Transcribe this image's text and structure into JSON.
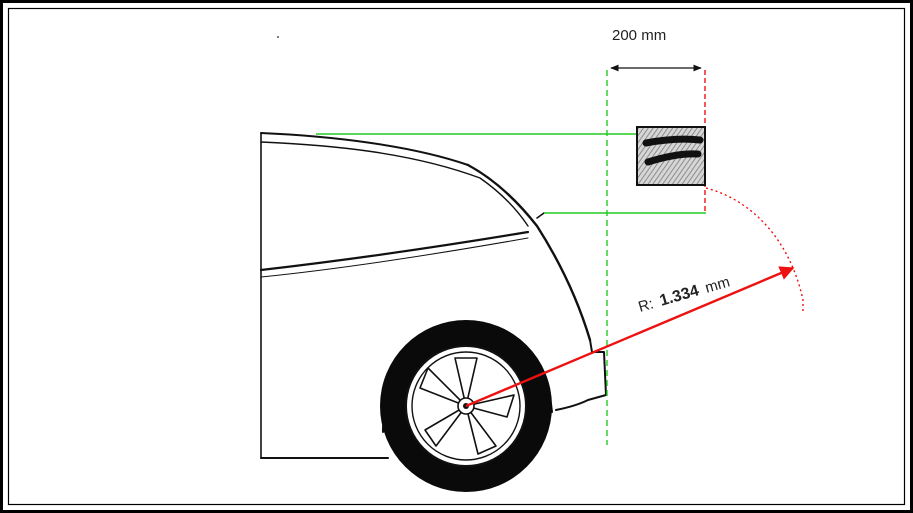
{
  "diagram": {
    "width_label": "200 mm",
    "radius_prefix": "R:",
    "radius_value": "1.334",
    "radius_unit": "mm"
  },
  "colors": {
    "frame": "#000000",
    "green_guide": "#22cc22",
    "red_guide": "#ee1111",
    "outline": "#111111"
  },
  "icons": {
    "sensor": "hatched-sensor-icon",
    "wheel": "wheel-icon"
  }
}
